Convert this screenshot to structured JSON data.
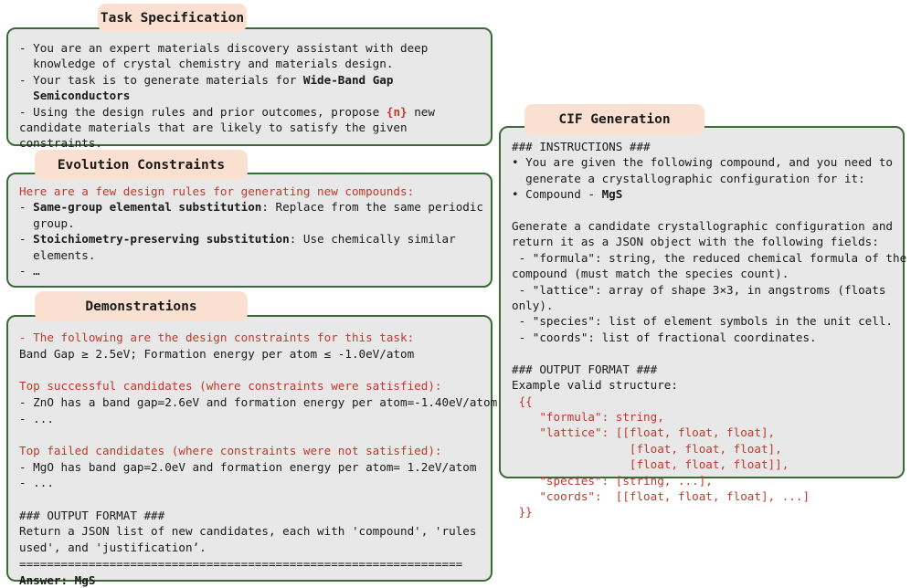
{
  "panels": {
    "task": {
      "title": "Task Specification",
      "lines": [
        [
          {
            "t": "- You are an expert materials discovery assistant with deep"
          }
        ],
        [
          {
            "t": "  knowledge of crystal chemistry and materials design."
          }
        ],
        [
          {
            "t": "- Your task is to generate materials for "
          },
          {
            "t": "Wide-Band Gap",
            "s": "b"
          }
        ],
        [
          {
            "t": "  Semiconductors",
            "s": "b"
          }
        ],
        [
          {
            "t": "- Using the design rules and prior outcomes, propose "
          },
          {
            "t": "{n}",
            "s": "r b"
          },
          {
            "t": " new"
          }
        ],
        [
          {
            "t": "candidate materials that are likely to satisfy the given"
          }
        ],
        [
          {
            "t": "constraints."
          }
        ]
      ]
    },
    "evolution": {
      "title": "Evolution Constraints",
      "lines": [
        [
          {
            "t": "Here are a few design rules for generating new compounds:",
            "s": "r"
          }
        ],
        [
          {
            "t": "- "
          },
          {
            "t": "Same-group elemental substitution",
            "s": "b"
          },
          {
            "t": ": Replace from the same periodic"
          }
        ],
        [
          {
            "t": "  group."
          }
        ],
        [
          {
            "t": "- "
          },
          {
            "t": "Stoichiometry-preserving substitution",
            "s": "b"
          },
          {
            "t": ": Use chemically similar"
          }
        ],
        [
          {
            "t": "  elements."
          }
        ],
        [
          {
            "t": "- …"
          }
        ]
      ]
    },
    "demonstrations": {
      "title": "Demonstrations",
      "lines": [
        [
          {
            "t": "- The following are the design constraints for this task:",
            "s": "r"
          }
        ],
        [
          {
            "t": "Band Gap ≥ 2.5eV; Formation energy per atom ≤ -1.0eV/atom"
          }
        ],
        [
          {
            "t": " "
          }
        ],
        [
          {
            "t": "Top successful candidates (where constraints were satisfied):",
            "s": "r"
          }
        ],
        [
          {
            "t": "- ZnO has a band gap=2.6eV and formation energy per atom=-1.40eV/atom"
          }
        ],
        [
          {
            "t": "- ..."
          }
        ],
        [
          {
            "t": " "
          }
        ],
        [
          {
            "t": "Top failed candidates (where constraints were not satisfied):",
            "s": "r"
          }
        ],
        [
          {
            "t": "- MgO has band gap=2.0eV and formation energy per atom= 1.2eV/atom"
          }
        ],
        [
          {
            "t": "- ..."
          }
        ],
        [
          {
            "t": " "
          }
        ],
        [
          {
            "t": "### OUTPUT FORMAT ###"
          }
        ],
        [
          {
            "t": "Return a JSON list of new candidates, each with 'compound', 'rules"
          }
        ],
        [
          {
            "t": "used', and 'justification’."
          }
        ],
        [
          {
            "t": "================================================================"
          }
        ],
        [
          {
            "t": "Answer: MgS",
            "s": "b"
          }
        ]
      ]
    },
    "cif": {
      "title": "CIF Generation",
      "lines": [
        [
          {
            "t": "### INSTRUCTIONS ###"
          }
        ],
        [
          {
            "t": "• You are given the following compound, and you need to"
          }
        ],
        [
          {
            "t": "  generate a crystallographic configuration for it:"
          }
        ],
        [
          {
            "t": "• Compound - "
          },
          {
            "t": "MgS",
            "s": "b"
          }
        ],
        [
          {
            "t": " "
          }
        ],
        [
          {
            "t": "Generate a candidate crystallographic configuration and"
          }
        ],
        [
          {
            "t": "return it as a JSON object with the following fields:"
          }
        ],
        [
          {
            "t": " - \"formula\": string, the reduced chemical formula of the"
          }
        ],
        [
          {
            "t": "compound (must match the species count)."
          }
        ],
        [
          {
            "t": " - \"lattice\": array of shape 3×3, in angstroms (floats"
          }
        ],
        [
          {
            "t": "only)."
          }
        ],
        [
          {
            "t": " - \"species\": list of element symbols in the unit cell."
          }
        ],
        [
          {
            "t": " - \"coords\": list of fractional coordinates."
          }
        ],
        [
          {
            "t": " "
          }
        ],
        [
          {
            "t": "### OUTPUT FORMAT ###"
          }
        ],
        [
          {
            "t": "Example valid structure:"
          }
        ],
        [
          {
            "t": " {{",
            "s": "r"
          }
        ],
        [
          {
            "t": "    \"formula\": string,",
            "s": "r"
          }
        ],
        [
          {
            "t": "    \"lattice\": [[float, float, float],",
            "s": "r"
          }
        ],
        [
          {
            "t": "                 [float, float, float],",
            "s": "r"
          }
        ],
        [
          {
            "t": "                 [float, float, float]],",
            "s": "r"
          }
        ],
        [
          {
            "t": "    \"species\": [string, ...],",
            "s": "r"
          }
        ],
        [
          {
            "t": "    \"coords\":  [[float, float, float], ...]",
            "s": "r"
          }
        ],
        [
          {
            "t": " }}",
            "s": "r"
          }
        ]
      ]
    }
  },
  "colors": {
    "panel_border": "#3b6b35",
    "panel_background": "#e8e8e8",
    "pill_background": "#fae0d0",
    "accent_red": "#c0392b",
    "text": "#1a1a1a"
  }
}
